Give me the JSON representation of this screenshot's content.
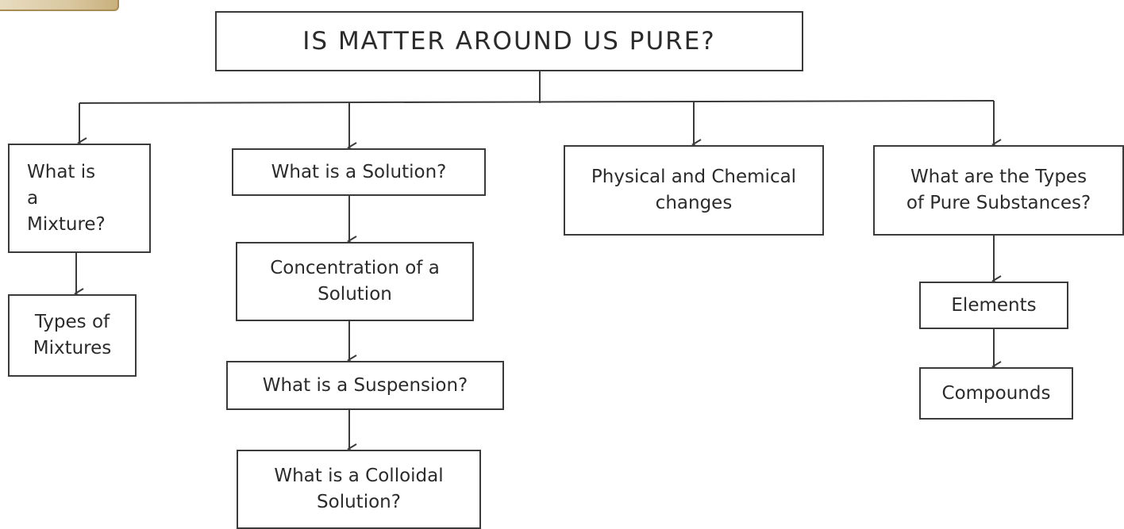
{
  "diagram": {
    "title": "IS MATTER AROUND US PURE?",
    "branches": {
      "mixture": {
        "label": "What is\na\nMixture?",
        "child": "Types of\nMixtures"
      },
      "solution": {
        "label": "What is a Solution?",
        "children": [
          "Concentration of a\nSolution",
          "What is a Suspension?",
          "What is a Colloidal\nSolution?"
        ]
      },
      "changes": {
        "label": "Physical and Chemical\nchanges"
      },
      "pure_substances": {
        "label": "What are the Types\nof Pure Substances?",
        "children": [
          "Elements",
          "Compounds"
        ]
      }
    }
  }
}
